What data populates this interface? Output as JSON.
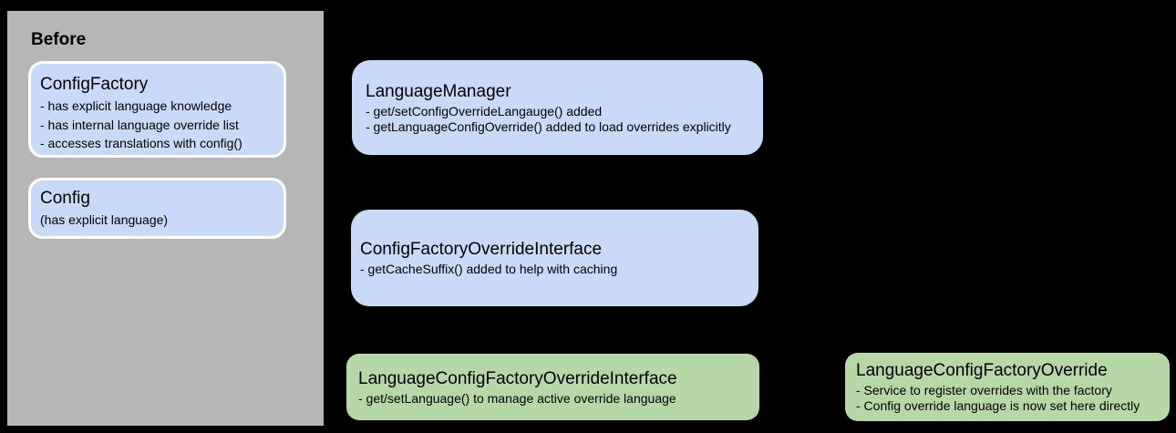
{
  "colors": {
    "bg": "#000000",
    "panel_gray": "#b6b6b6",
    "box_blue": "#c9daf8",
    "box_green": "#b6d7a8",
    "box_border_white": "#ffffff",
    "text_black": "#000000"
  },
  "before_panel": {
    "label": "Before"
  },
  "boxes": {
    "config_factory": {
      "title": "ConfigFactory",
      "lines": [
        "- has explicit language knowledge",
        "- has internal language override list",
        "- accesses translations with config()"
      ]
    },
    "config": {
      "title": "Config",
      "lines": [
        "(has explicit language)"
      ]
    },
    "language_manager": {
      "title": "LanguageManager",
      "lines": [
        "- get/setConfigOverrideLangauge() added",
        "- getLanguageConfigOverride() added to load overrides explicitly"
      ]
    },
    "config_factory_override_interface": {
      "title": "ConfigFactoryOverrideInterface",
      "lines": [
        "- getCacheSuffix() added to help with caching"
      ]
    },
    "language_config_factory_override_interface": {
      "title": "LanguageConfigFactoryOverrideInterface",
      "lines": [
        "- get/setLanguage() to manage active override language"
      ]
    },
    "language_config_factory_override": {
      "title": "LanguageConfigFactoryOverride",
      "lines": [
        "- Service to register overrides with the factory",
        "- Config override language is now set here directly"
      ]
    }
  }
}
